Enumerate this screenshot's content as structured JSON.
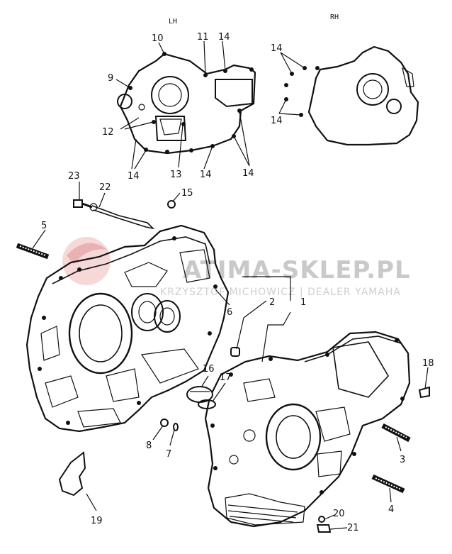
{
  "side_labels": {
    "lh": "LH",
    "rh": "RH"
  },
  "watermark": {
    "main": "ATIMA-SKLEP.PL",
    "sub": "KRZYSZTOF MICHOWICZ | DEALER YAMAHA",
    "logo_color": "#e6a7a7"
  },
  "callouts": [
    {
      "id": "10",
      "text": "10"
    },
    {
      "id": "11",
      "text": "11"
    },
    {
      "id": "14a",
      "text": "14"
    },
    {
      "id": "9",
      "text": "9"
    },
    {
      "id": "12",
      "text": "12"
    },
    {
      "id": "14b",
      "text": "14"
    },
    {
      "id": "13",
      "text": "13"
    },
    {
      "id": "14c",
      "text": "14"
    },
    {
      "id": "14d",
      "text": "14"
    },
    {
      "id": "14e",
      "text": "14"
    },
    {
      "id": "14f",
      "text": "14"
    },
    {
      "id": "23",
      "text": "23"
    },
    {
      "id": "22",
      "text": "22"
    },
    {
      "id": "15",
      "text": "15"
    },
    {
      "id": "5",
      "text": "5"
    },
    {
      "id": "6",
      "text": "6"
    },
    {
      "id": "2",
      "text": "2"
    },
    {
      "id": "1",
      "text": "1"
    },
    {
      "id": "16",
      "text": "16"
    },
    {
      "id": "17",
      "text": "17"
    },
    {
      "id": "18",
      "text": "18"
    },
    {
      "id": "8",
      "text": "8"
    },
    {
      "id": "7",
      "text": "7"
    },
    {
      "id": "3",
      "text": "3"
    },
    {
      "id": "4",
      "text": "4"
    },
    {
      "id": "19",
      "text": "19"
    },
    {
      "id": "20",
      "text": "20"
    },
    {
      "id": "21",
      "text": "21"
    }
  ]
}
